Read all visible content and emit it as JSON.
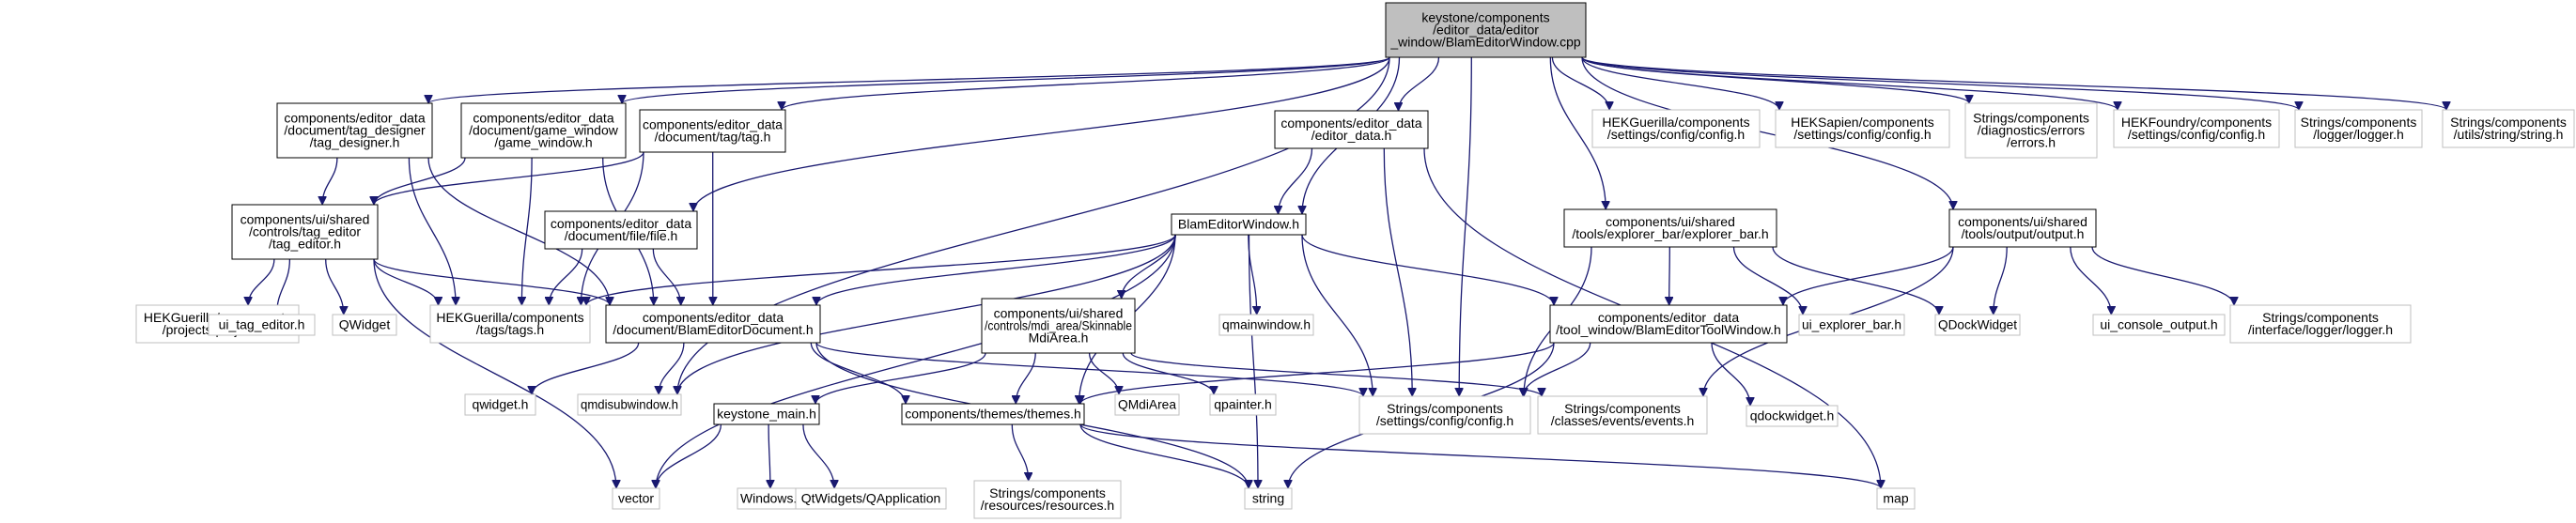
{
  "colors": {
    "edge": "#191970",
    "root_fill": "#bfbfbf",
    "root_stroke": "#000000",
    "project_stroke": "#000000",
    "external_stroke": "#bfbfbf",
    "node_fill": "#ffffff",
    "text": "#000000"
  },
  "nodes": [
    {
      "id": "root",
      "kind": "root",
      "lines": [
        "keystone/components",
        "/editor_data/editor",
        "_window/BlamEditorWindow.cpp"
      ]
    },
    {
      "id": "tag_designer",
      "kind": "project",
      "lines": [
        "components/editor_data",
        "/document/tag_designer",
        "/tag_designer.h"
      ]
    },
    {
      "id": "game_window",
      "kind": "project",
      "lines": [
        "components/editor_data",
        "/document/game_window",
        "/game_window.h"
      ]
    },
    {
      "id": "tag_h",
      "kind": "project",
      "lines": [
        "components/editor_data",
        "/document/tag/tag.h"
      ]
    },
    {
      "id": "editor_data",
      "kind": "project",
      "lines": [
        "components/editor_data",
        "/editor_data.h"
      ]
    },
    {
      "id": "hek_config",
      "kind": "external",
      "lines": [
        "HEKGuerilla/components",
        "/settings/config/config.h"
      ]
    },
    {
      "id": "heksapien_config",
      "kind": "external",
      "lines": [
        "HEKSapien/components",
        "/settings/config/config.h"
      ]
    },
    {
      "id": "errors",
      "kind": "external",
      "lines": [
        "Strings/components",
        "/diagnostics/errors",
        "/errors.h"
      ]
    },
    {
      "id": "hekfoundry_config",
      "kind": "external",
      "lines": [
        "HEKFoundry/components",
        "/settings/config/config.h"
      ]
    },
    {
      "id": "logger",
      "kind": "external",
      "lines": [
        "Strings/components",
        "/logger/logger.h"
      ]
    },
    {
      "id": "string_h",
      "kind": "external",
      "lines": [
        "Strings/components",
        "/utils/string/string.h"
      ]
    },
    {
      "id": "tag_editor",
      "kind": "project",
      "lines": [
        "components/ui/shared",
        "/controls/tag_editor",
        "/tag_editor.h"
      ]
    },
    {
      "id": "file_h",
      "kind": "project",
      "lines": [
        "components/editor_data",
        "/document/file/file.h"
      ]
    },
    {
      "id": "blam_window_h",
      "kind": "project",
      "lines": [
        "BlamEditorWindow.h"
      ]
    },
    {
      "id": "explorer_bar",
      "kind": "project",
      "lines": [
        "components/ui/shared",
        "/tools/explorer_bar/explorer_bar.h"
      ]
    },
    {
      "id": "output_h",
      "kind": "project",
      "lines": [
        "components/ui/shared",
        "/tools/output/output.h"
      ]
    },
    {
      "id": "hek_projects",
      "kind": "external",
      "lines": [
        "HEKGuerilla/components",
        "/projects/projects.h"
      ]
    },
    {
      "id": "ui_tag_editor",
      "kind": "external",
      "lines": [
        "ui_tag_editor.h"
      ]
    },
    {
      "id": "qwidget_cap",
      "kind": "external",
      "lines": [
        "QWidget"
      ]
    },
    {
      "id": "hek_tags",
      "kind": "external",
      "lines": [
        "HEKGuerilla/components",
        "/tags/tags.h"
      ]
    },
    {
      "id": "blam_doc",
      "kind": "project",
      "lines": [
        "components/editor_data",
        "/document/BlamEditorDocument.h"
      ]
    },
    {
      "id": "skinnable",
      "kind": "project",
      "lines": [
        "components/ui/shared",
        "/controls/mdi_area/Skinnable",
        "MdiArea.h"
      ]
    },
    {
      "id": "qmainwindow",
      "kind": "external",
      "lines": [
        "qmainwindow.h"
      ]
    },
    {
      "id": "tool_window",
      "kind": "project",
      "lines": [
        "components/editor_data",
        "/tool_window/BlamEditorToolWindow.h"
      ]
    },
    {
      "id": "ui_explorer_bar",
      "kind": "external",
      "lines": [
        "ui_explorer_bar.h"
      ]
    },
    {
      "id": "qdockwidget_cap",
      "kind": "external",
      "lines": [
        "QDockWidget"
      ]
    },
    {
      "id": "ui_console_output",
      "kind": "external",
      "lines": [
        "ui_console_output.h"
      ]
    },
    {
      "id": "interface_logger",
      "kind": "external",
      "lines": [
        "Strings/components",
        "/interface/logger/logger.h"
      ]
    },
    {
      "id": "qwidget_h",
      "kind": "external",
      "lines": [
        "qwidget.h"
      ]
    },
    {
      "id": "qmdisubwindow",
      "kind": "external",
      "lines": [
        "qmdisubwindow.h"
      ]
    },
    {
      "id": "keystone_main",
      "kind": "project",
      "lines": [
        "keystone_main.h"
      ]
    },
    {
      "id": "themes",
      "kind": "project",
      "lines": [
        "components/themes/themes.h"
      ]
    },
    {
      "id": "qmdiarea",
      "kind": "external",
      "lines": [
        "QMdiArea"
      ]
    },
    {
      "id": "qpainter",
      "kind": "external",
      "lines": [
        "qpainter.h"
      ]
    },
    {
      "id": "settings_config",
      "kind": "external",
      "lines": [
        "Strings/components",
        "/settings/config/config.h"
      ]
    },
    {
      "id": "events",
      "kind": "external",
      "lines": [
        "Strings/components",
        "/classes/events/events.h"
      ]
    },
    {
      "id": "qdockwidget_h",
      "kind": "external",
      "lines": [
        "qdockwidget.h"
      ]
    },
    {
      "id": "vector",
      "kind": "external",
      "lines": [
        "vector"
      ]
    },
    {
      "id": "windows",
      "kind": "external",
      "lines": [
        "Windows.h"
      ]
    },
    {
      "id": "qapplication",
      "kind": "external",
      "lines": [
        "QtWidgets/QApplication"
      ]
    },
    {
      "id": "resources",
      "kind": "external",
      "lines": [
        "Strings/components",
        "/resources/resources.h"
      ]
    },
    {
      "id": "string",
      "kind": "external",
      "lines": [
        "string"
      ]
    },
    {
      "id": "map",
      "kind": "external",
      "lines": [
        "map"
      ]
    }
  ],
  "edges": [
    [
      "root",
      "tag_designer"
    ],
    [
      "root",
      "game_window"
    ],
    [
      "root",
      "tag_h"
    ],
    [
      "root",
      "editor_data"
    ],
    [
      "root",
      "hek_config"
    ],
    [
      "root",
      "heksapien_config"
    ],
    [
      "root",
      "errors"
    ],
    [
      "root",
      "hekfoundry_config"
    ],
    [
      "root",
      "logger"
    ],
    [
      "root",
      "string_h"
    ],
    [
      "root",
      "file_h"
    ],
    [
      "root",
      "blam_window_h"
    ],
    [
      "root",
      "explorer_bar"
    ],
    [
      "root",
      "output_h"
    ],
    [
      "root",
      "settings_config"
    ],
    [
      "root",
      "qmdisubwindow"
    ],
    [
      "tag_designer",
      "tag_editor"
    ],
    [
      "tag_designer",
      "hek_tags"
    ],
    [
      "tag_designer",
      "blam_doc"
    ],
    [
      "game_window",
      "tag_editor"
    ],
    [
      "game_window",
      "hek_tags"
    ],
    [
      "game_window",
      "blam_doc"
    ],
    [
      "tag_h",
      "tag_editor"
    ],
    [
      "tag_h",
      "hek_tags"
    ],
    [
      "tag_h",
      "blam_doc"
    ],
    [
      "editor_data",
      "blam_window_h"
    ],
    [
      "editor_data",
      "settings_config"
    ],
    [
      "editor_data",
      "map"
    ],
    [
      "tag_editor",
      "hek_projects"
    ],
    [
      "tag_editor",
      "ui_tag_editor"
    ],
    [
      "tag_editor",
      "qwidget_cap"
    ],
    [
      "tag_editor",
      "hek_tags"
    ],
    [
      "tag_editor",
      "blam_doc"
    ],
    [
      "tag_editor",
      "vector"
    ],
    [
      "file_h",
      "hek_tags"
    ],
    [
      "file_h",
      "blam_doc"
    ],
    [
      "blam_window_h",
      "hek_tags"
    ],
    [
      "blam_window_h",
      "blam_doc"
    ],
    [
      "blam_window_h",
      "skinnable"
    ],
    [
      "blam_window_h",
      "qmainwindow"
    ],
    [
      "blam_window_h",
      "tool_window"
    ],
    [
      "blam_window_h",
      "settings_config"
    ],
    [
      "blam_window_h",
      "themes"
    ],
    [
      "blam_window_h",
      "string"
    ],
    [
      "blam_window_h",
      "vector"
    ],
    [
      "blam_window_h",
      "qmdisubwindow"
    ],
    [
      "explorer_bar",
      "tool_window"
    ],
    [
      "explorer_bar",
      "ui_explorer_bar"
    ],
    [
      "explorer_bar",
      "qdockwidget_cap"
    ],
    [
      "explorer_bar",
      "settings_config"
    ],
    [
      "output_h",
      "tool_window"
    ],
    [
      "output_h",
      "qdockwidget_cap"
    ],
    [
      "output_h",
      "ui_console_output"
    ],
    [
      "output_h",
      "interface_logger"
    ],
    [
      "output_h",
      "events"
    ],
    [
      "blam_doc",
      "qwidget_h"
    ],
    [
      "blam_doc",
      "qmdisubwindow"
    ],
    [
      "blam_doc",
      "themes"
    ],
    [
      "blam_doc",
      "settings_config"
    ],
    [
      "blam_doc",
      "string"
    ],
    [
      "skinnable",
      "keystone_main"
    ],
    [
      "skinnable",
      "themes"
    ],
    [
      "skinnable",
      "qmdiarea"
    ],
    [
      "skinnable",
      "qpainter"
    ],
    [
      "skinnable",
      "events"
    ],
    [
      "tool_window",
      "themes"
    ],
    [
      "tool_window",
      "settings_config"
    ],
    [
      "tool_window",
      "qdockwidget_h"
    ],
    [
      "tool_window",
      "string"
    ],
    [
      "keystone_main",
      "vector"
    ],
    [
      "keystone_main",
      "windows"
    ],
    [
      "keystone_main",
      "qapplication"
    ],
    [
      "themes",
      "resources"
    ],
    [
      "themes",
      "string"
    ],
    [
      "themes",
      "map"
    ]
  ]
}
